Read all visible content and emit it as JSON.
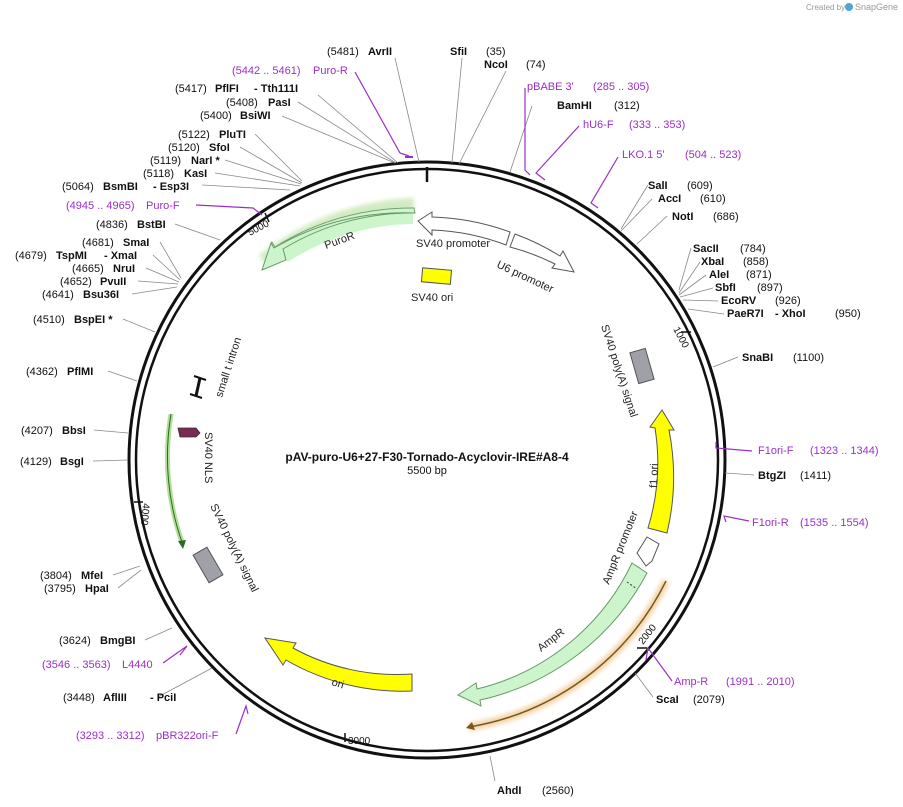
{
  "credit": {
    "created_by": "Created by",
    "brand": "SnapGene"
  },
  "plasmid": {
    "name": "pAV-puro-U6+27-F30-Tornado-Acyclovir-IRE#A8-4",
    "length": "5500 bp"
  },
  "ticks": [
    "1000",
    "2000",
    "3000",
    "4000",
    "5000"
  ],
  "sites": [
    {
      "label": "(5481)",
      "name": "AvrII"
    },
    {
      "label": "SfiI",
      "pos": "(35)"
    },
    {
      "label": "NcoI",
      "pos": "(74)"
    },
    {
      "label": "(5417)",
      "name": "PflFI",
      "alt": "- Tth111I"
    },
    {
      "label": "(5408)",
      "name": "PasI"
    },
    {
      "label": "(5400)",
      "name": "BsiWI"
    },
    {
      "label": "(5122)",
      "name": "PluTI"
    },
    {
      "label": "(5120)",
      "name": "SfoI"
    },
    {
      "label": "(5119)",
      "name": "NarI *"
    },
    {
      "label": "(5118)",
      "name": "KasI"
    },
    {
      "label": "(5064)",
      "name": "BsmBI",
      "alt": "- Esp3I"
    },
    {
      "label": "(4836)",
      "name": "BstBI"
    },
    {
      "label": "(4681)",
      "name": "SmaI"
    },
    {
      "label": "(4679)",
      "name": "TspMI",
      "alt": "- XmaI"
    },
    {
      "label": "(4665)",
      "name": "NruI"
    },
    {
      "label": "(4652)",
      "name": "PvuII"
    },
    {
      "label": "(4641)",
      "name": "Bsu36I"
    },
    {
      "label": "(4510)",
      "name": "BspEI *"
    },
    {
      "label": "(4362)",
      "name": "PflMI"
    },
    {
      "label": "(4207)",
      "name": "BbsI"
    },
    {
      "label": "(4129)",
      "name": "BsgI"
    },
    {
      "label": "(3804)",
      "name": "MfeI"
    },
    {
      "label": "(3795)",
      "name": "HpaI"
    },
    {
      "label": "(3624)",
      "name": "BmgBI"
    },
    {
      "label": "(3448)",
      "name": "AflIII",
      "alt": "- PciI"
    },
    {
      "name": "BamHI",
      "pos": "(312)"
    },
    {
      "name": "SalI",
      "pos": "(609)"
    },
    {
      "name": "AccI",
      "pos": "(610)"
    },
    {
      "name": "NotI",
      "pos": "(686)"
    },
    {
      "name": "SacII",
      "pos": "(784)"
    },
    {
      "name": "XbaI",
      "pos": "(858)"
    },
    {
      "name": "AleI",
      "pos": "(871)"
    },
    {
      "name": "SbfI",
      "pos": "(897)"
    },
    {
      "name": "EcoRV",
      "pos": "(926)"
    },
    {
      "name": "PaeR7I",
      "alt": "- XhoI",
      "pos": "(950)"
    },
    {
      "name": "SnaBI",
      "pos": "(1100)"
    },
    {
      "name": "BtgZI",
      "pos": "(1411)"
    },
    {
      "name": "ScaI",
      "pos": "(2079)"
    },
    {
      "name": "AhdI",
      "pos": "(2560)"
    }
  ],
  "primers": [
    {
      "range": "(5442 .. 5461)",
      "name": "Puro-R"
    },
    {
      "name": "pBABE 3'",
      "range": "(285 .. 305)"
    },
    {
      "name": "hU6-F",
      "range": "(333 .. 353)"
    },
    {
      "name": "LKO.1 5'",
      "range": "(504 .. 523)"
    },
    {
      "range": "(4945 .. 4965)",
      "name": "Puro-F"
    },
    {
      "name": "F1ori-F",
      "range": "(1323 .. 1344)"
    },
    {
      "name": "F1ori-R",
      "range": "(1535 .. 1554)"
    },
    {
      "name": "Amp-R",
      "range": "(1991 .. 2010)"
    },
    {
      "range": "(3546 .. 3563)",
      "name": "L4440"
    },
    {
      "range": "(3293 .. 3312)",
      "name": "pBR322ori-F"
    }
  ],
  "features": {
    "puror": "PuroR",
    "sv40_promoter": "SV40 promoter",
    "u6_promoter": "U6 promoter",
    "sv40_ori": "SV40 ori",
    "sv40_polya_right": "SV40 poly(A) signal",
    "f1_ori": "f1 ori",
    "ampr_promoter": "AmpR promoter",
    "ampr": "AmpR",
    "ori": "ori",
    "small_t_intron": "small t intron",
    "sv40_nls": "SV40 NLS",
    "sv40_polya_left": "SV40 poly(A) signal"
  },
  "colors": {
    "backbone": "#111111",
    "primer": "#9a2fc8",
    "resistance_fill": "#ccf5cc",
    "resistance_glow": "#7ec850",
    "ori_fill": "#ffff00",
    "promoter_fill": "#ffffff",
    "polya_fill": "#a0a0a8",
    "nls_fill": "#7a2a55",
    "amp_primer_glow": "#e8a040"
  }
}
